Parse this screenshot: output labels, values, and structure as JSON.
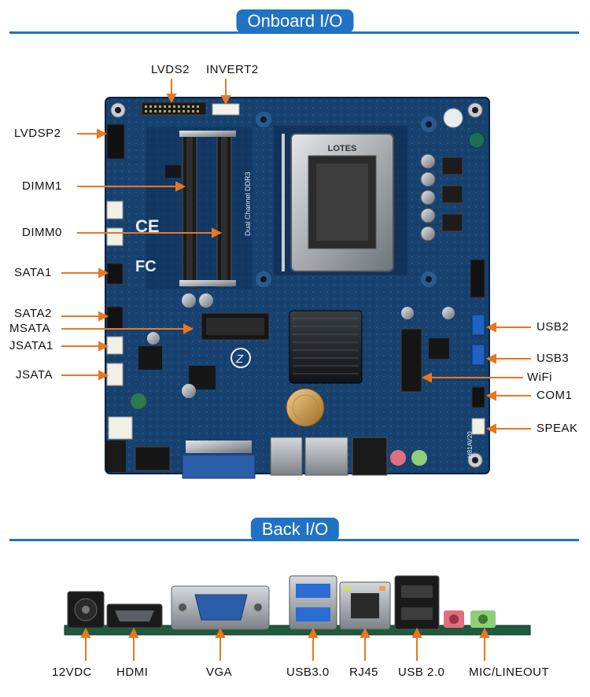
{
  "sections": {
    "onboard_title": "Onboard I/O",
    "back_title": "Back I/O"
  },
  "onboard_labels": {
    "lvds2": "LVDS2",
    "invert2": "INVERT2",
    "lvdsp2": "LVDSP2",
    "dimm1": "DIMM1",
    "dimm0": "DIMM0",
    "sata1": "SATA1",
    "sata2": "SATA2",
    "msata": "MSATA",
    "jsata1": "JSATA1",
    "jsata": "JSATA",
    "usb2": "USB2",
    "usb3": "USB3",
    "wifi": "WiFi",
    "com1": "COM1",
    "speak": "SPEAK"
  },
  "board_print": {
    "ddr": "Dual Channel DDR3",
    "socket": "LOTES",
    "model": "H81AV20"
  },
  "back_labels": {
    "dc": "12VDC",
    "hdmi": "HDMI",
    "vga": "VGA",
    "usb30": "USB3.0",
    "rj45": "RJ45",
    "usb20": "USB 2.0",
    "audio": "MIC/LINEOUT"
  },
  "colors": {
    "accent_blue": "#1f72c4",
    "arrow_orange": "#e87722",
    "pcb_blue": "#143a6b"
  }
}
